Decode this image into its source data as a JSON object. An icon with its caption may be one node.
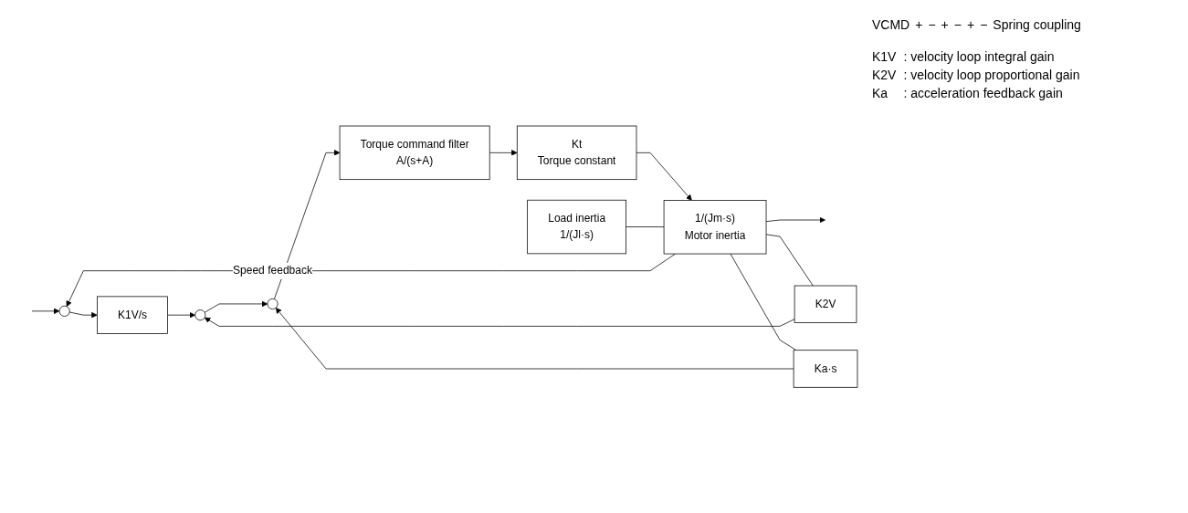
{
  "diagram": {
    "nodes": [
      {
        "text": [],
        "shape": "circle"
      },
      {
        "text": [
          "K1V/s"
        ]
      },
      {
        "text": [],
        "shape": "circle"
      },
      {
        "text": [],
        "shape": "circle"
      },
      {
        "text": [
          "Torque command filter",
          "A/(s+A)"
        ]
      },
      {
        "text": [
          "Kt",
          "Torque constant"
        ]
      },
      {
        "text": [
          "Load inertia",
          "1/(Jl·s)"
        ]
      },
      {
        "text": [
          "1/(Jm·s)",
          "Motor inertia"
        ]
      },
      {
        "text": [
          "K2V"
        ]
      },
      {
        "text": [
          "Ka·s"
        ]
      }
    ],
    "edges": [
      {
        "from": null,
        "to": 0,
        "arrow": "to"
      },
      {
        "from": 0,
        "to": 1,
        "arrow": "to"
      },
      {
        "from": 1,
        "to": 2,
        "arrow": "to"
      },
      {
        "from": 2,
        "to": 3,
        "arrow": "to"
      },
      {
        "from": 3,
        "to": 4,
        "arrow": "to"
      },
      {
        "from": 4,
        "to": 5,
        "arrow": "to"
      },
      {
        "from": 5,
        "to": 7,
        "arrow": "to"
      },
      {
        "from": 6,
        "to": 7,
        "arrow": "none"
      },
      {
        "from": 7,
        "to": null,
        "arrow": "to"
      },
      {
        "from": 7,
        "to": 0,
        "arrow": "to",
        "label": "Speed feedback"
      },
      {
        "from": 7,
        "to": 8,
        "arrow": "none"
      },
      {
        "from": 8,
        "to": 2,
        "arrow": "to"
      },
      {
        "from": 7,
        "to": 9,
        "arrow": "none"
      },
      {
        "from": 9,
        "to": 3,
        "arrow": "to"
      }
    ],
    "labels": [
      "VCMD",
      "+",
      "−",
      "+",
      "−",
      "+",
      "−",
      "Spring coupling",
      "K1V",
      ": velocity loop integral gain",
      "K2V",
      ": velocity loop proportional gain",
      "Ka",
      ": acceleration feedback gain"
    ]
  }
}
